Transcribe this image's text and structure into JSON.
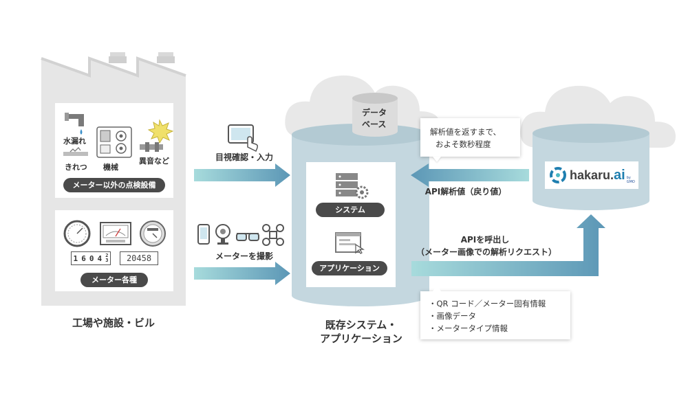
{
  "factory": {
    "caption": "工場や施設・ビル",
    "facility_labels": {
      "water_leak": "水漏れ",
      "crack": "きれつ",
      "machine": "機械",
      "abnormal_sound": "異音など"
    },
    "facility_pill": "メーター以外の点検設備",
    "meters_pill": "メーター各種",
    "counter1": [
      "1",
      "6",
      "0",
      "4",
      "2",
      "3"
    ],
    "counter2": "20458"
  },
  "flows": {
    "visual_input": "目視確認・入力",
    "photo_capture": "メーターを撮影"
  },
  "system": {
    "db_label_line1": "データ",
    "db_label_line2": "ベース",
    "system_pill": "システム",
    "application_pill": "アプリケーション",
    "caption_line1": "既存システム・",
    "caption_line2": "アプリケーション"
  },
  "hakaru": {
    "logo_text": "hakaru.",
    "logo_ai": "ai",
    "logo_sub": "by GMO"
  },
  "api": {
    "return_note_line1": "解析値を返すまで、",
    "return_note_line2": "およそ数秒程度",
    "return_label": "API解析値（戻り値）",
    "call_label_line1": "APIを呼出し",
    "call_label_line2": "（メーター画像での解析リクエスト）",
    "request_items": [
      "・QR コード／メーター固有情報",
      "・画像データ",
      "・メータータイプ情報"
    ]
  },
  "colors": {
    "factory_gray": "#e6e6e6",
    "cylinder_blue": "#c4d7df",
    "cloud_gray": "#e8e8e8",
    "arrow_start": "#a7dbdc",
    "arrow_end": "#5c97b6",
    "pill_dark": "#4a4a4a"
  },
  "icons": [
    "faucet-icon",
    "crack-icon",
    "machine-icon",
    "sound-burst-icon",
    "pressure-gauge-icon",
    "analog-meter-icon",
    "dial-meter-icon",
    "tablet-touch-icon",
    "smartphone-icon",
    "webcam-icon",
    "smart-glasses-icon",
    "drone-icon",
    "server-icon",
    "gear-icon",
    "application-window-icon",
    "cursor-icon",
    "hakaru-logo-icon"
  ]
}
